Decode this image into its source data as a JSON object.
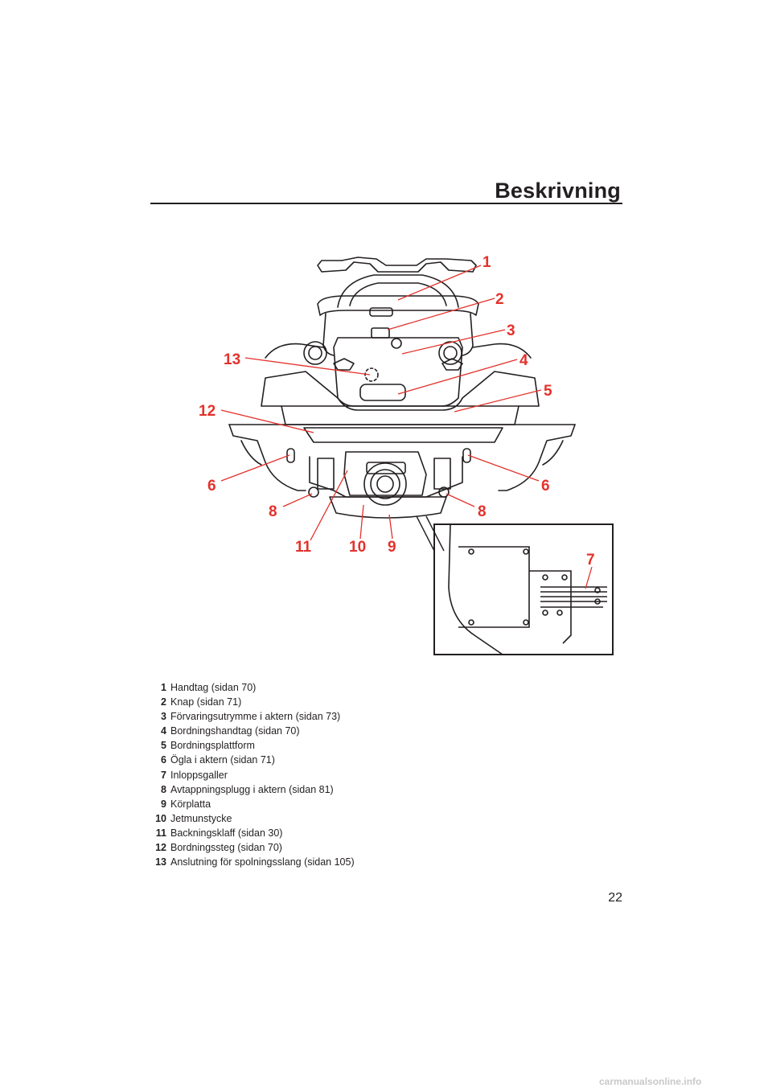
{
  "header": {
    "title": "Beskrivning"
  },
  "figure": {
    "callout_color": "#e4312b",
    "callouts": [
      "1",
      "2",
      "3",
      "4",
      "5",
      "6",
      "6",
      "7",
      "8",
      "8",
      "9",
      "10",
      "11",
      "12",
      "13"
    ]
  },
  "legend": [
    {
      "num": "1",
      "text": "Handtag (sidan 70)"
    },
    {
      "num": "2",
      "text": "Knap (sidan 71)"
    },
    {
      "num": "3",
      "text": "Förvaringsutrymme i aktern (sidan 73)"
    },
    {
      "num": "4",
      "text": "Bordningshandtag (sidan 70)"
    },
    {
      "num": "5",
      "text": "Bordningsplattform"
    },
    {
      "num": "6",
      "text": "Ögla i aktern (sidan 71)"
    },
    {
      "num": "7",
      "text": "Inloppsgaller"
    },
    {
      "num": "8",
      "text": "Avtappningsplugg i aktern (sidan 81)"
    },
    {
      "num": "9",
      "text": "Körplatta"
    },
    {
      "num": "10",
      "text": "Jetmunstycke"
    },
    {
      "num": "11",
      "text": "Backningsklaff (sidan 30)"
    },
    {
      "num": "12",
      "text": "Bordningssteg (sidan 70)"
    },
    {
      "num": "13",
      "text": "Anslutning för spolningsslang (sidan 105)"
    }
  ],
  "footer": {
    "page_number": "22",
    "watermark": "carmanualsonline.info"
  }
}
